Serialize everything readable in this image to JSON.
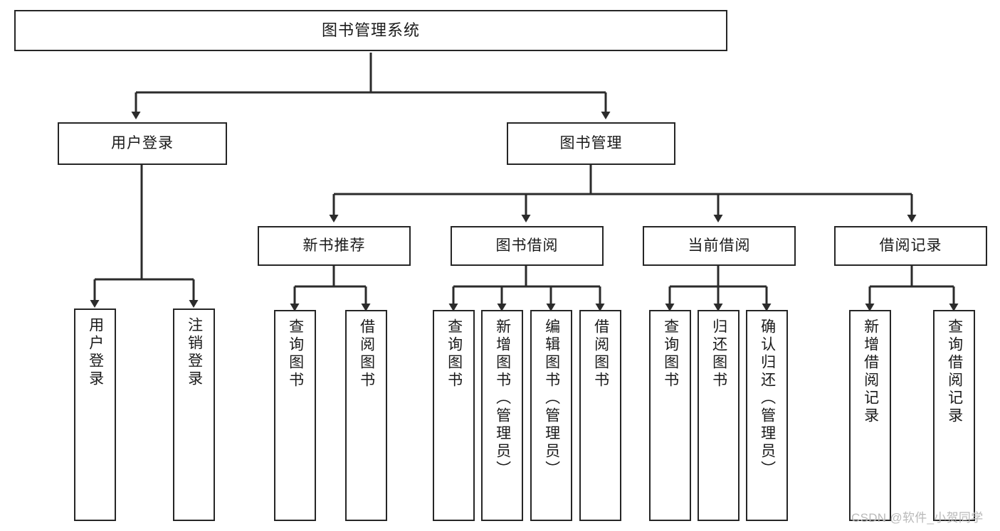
{
  "diagram": {
    "title": "图书管理系统",
    "type": "hierarchy-tree",
    "watermark": "CSDN @软件_小贺同学",
    "colors": {
      "stroke": "#262626",
      "fill": "#ffffff",
      "text": "#1a1a1a",
      "watermark": "#b9b9b9"
    },
    "nodes": {
      "root": {
        "label": "图书管理系统"
      },
      "level1": [
        {
          "key": "user_login",
          "label": "用户登录"
        },
        {
          "key": "book_manage",
          "label": "图书管理"
        }
      ],
      "level2": [
        {
          "key": "new_book_rec",
          "label": "新书推荐"
        },
        {
          "key": "book_borrow",
          "label": "图书借阅"
        },
        {
          "key": "current_borrow",
          "label": "当前借阅"
        },
        {
          "key": "borrow_record",
          "label": "借阅记录"
        }
      ],
      "leaves": {
        "user_login": [
          {
            "key": "leaf_user_login",
            "label": "用户登录"
          },
          {
            "key": "leaf_logout",
            "label": "注销登录"
          }
        ],
        "new_book_rec": [
          {
            "key": "leaf_query_book_1",
            "label": "查询图书"
          },
          {
            "key": "leaf_borrow_book_1",
            "label": "借阅图书"
          }
        ],
        "book_borrow": [
          {
            "key": "leaf_query_book_2",
            "label": "查询图书"
          },
          {
            "key": "leaf_add_book",
            "label": "新增图书（管理员）"
          },
          {
            "key": "leaf_edit_book",
            "label": "编辑图书（管理员）"
          },
          {
            "key": "leaf_borrow_book_2",
            "label": "借阅图书"
          }
        ],
        "current_borrow": [
          {
            "key": "leaf_query_book_3",
            "label": "查询图书"
          },
          {
            "key": "leaf_return_book",
            "label": "归还图书"
          },
          {
            "key": "leaf_confirm_return",
            "label": "确认归还（管理员）"
          }
        ],
        "borrow_record": [
          {
            "key": "leaf_add_record",
            "label": "新增借阅记录"
          },
          {
            "key": "leaf_query_record",
            "label": "查询借阅记录"
          }
        ]
      }
    }
  }
}
